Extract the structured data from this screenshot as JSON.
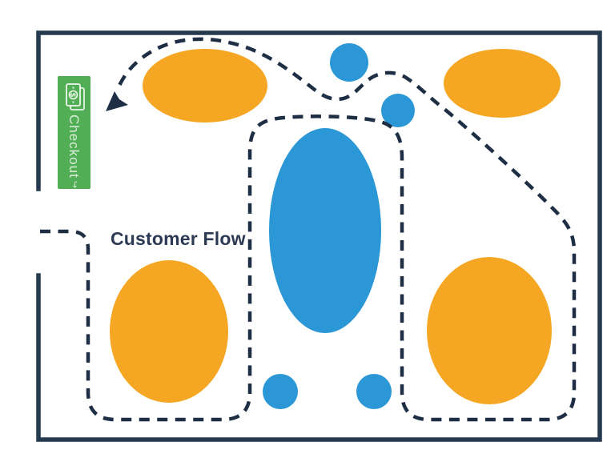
{
  "labels": {
    "flow_title": "Customer Flow",
    "checkout": "Checkout"
  },
  "icons": {
    "money_symbol": "$",
    "sign_arrow_glyph": "↪",
    "names": [
      "money-icon",
      "flow-arrowhead-icon"
    ]
  },
  "colors": {
    "wall": "#25394F",
    "path": "#1E2F45",
    "orange": "#F5A623",
    "blue": "#2B97D6",
    "green": "#52AE55",
    "label_text": "#2B3A52",
    "background": "#FFFFFF"
  },
  "fixtures": {
    "orange_displays": 4,
    "blue_displays": 5,
    "path_style": "dashed"
  }
}
